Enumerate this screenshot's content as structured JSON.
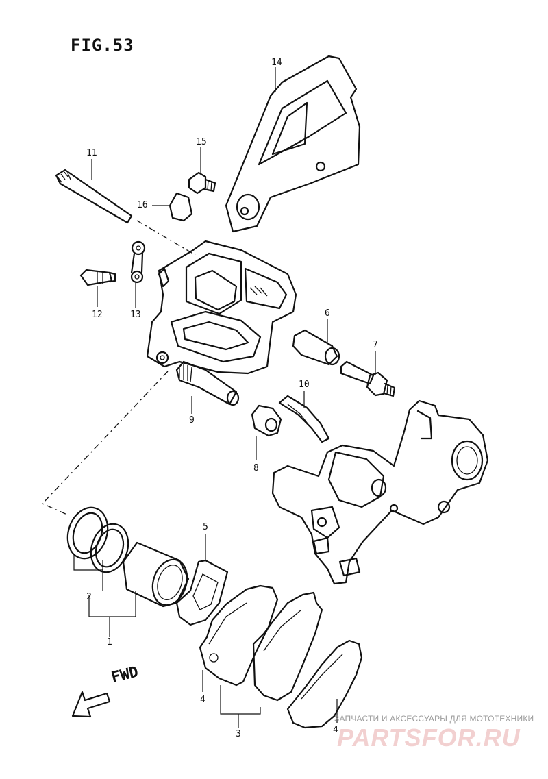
{
  "figure": {
    "title": "FIG.53"
  },
  "callouts": {
    "c1": "1",
    "c2": "2",
    "c3": "3",
    "c4a": "4",
    "c4b": "4",
    "c5": "5",
    "c6": "6",
    "c7": "7",
    "c8": "8",
    "c9": "9",
    "c10": "10",
    "c11": "11",
    "c12": "12",
    "c13": "13",
    "c14": "14",
    "c15": "15",
    "c16": "16"
  },
  "direction": {
    "label": "FWD",
    "arrow_icon": "arrow-left-icon"
  },
  "watermark": {
    "caption": "ЗАПЧАСТИ И АКСЕССУАРЫ ДЛЯ МОТОТЕХНИКИ",
    "logo": "PARTSFOR.RU",
    "color": "#f2d0d0"
  }
}
